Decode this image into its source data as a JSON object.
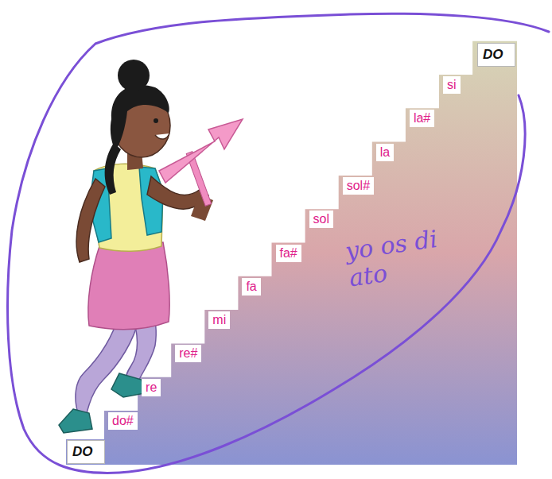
{
  "diagram": {
    "nodes": [
      {
        "text": [
          "DO"
        ]
      },
      {
        "text": [
          "do#"
        ]
      },
      {
        "text": [
          "re"
        ]
      },
      {
        "text": [
          "re#"
        ]
      },
      {
        "text": [
          "mi"
        ]
      },
      {
        "text": [
          "fa"
        ]
      },
      {
        "text": [
          "fa#"
        ]
      },
      {
        "text": [
          "sol"
        ]
      },
      {
        "text": [
          "sol#"
        ]
      },
      {
        "text": [
          "la"
        ]
      },
      {
        "text": [
          "la#"
        ]
      },
      {
        "text": [
          "si"
        ]
      },
      {
        "text": [
          "DO"
        ]
      }
    ],
    "labels": [
      "yo os di ato"
    ]
  }
}
